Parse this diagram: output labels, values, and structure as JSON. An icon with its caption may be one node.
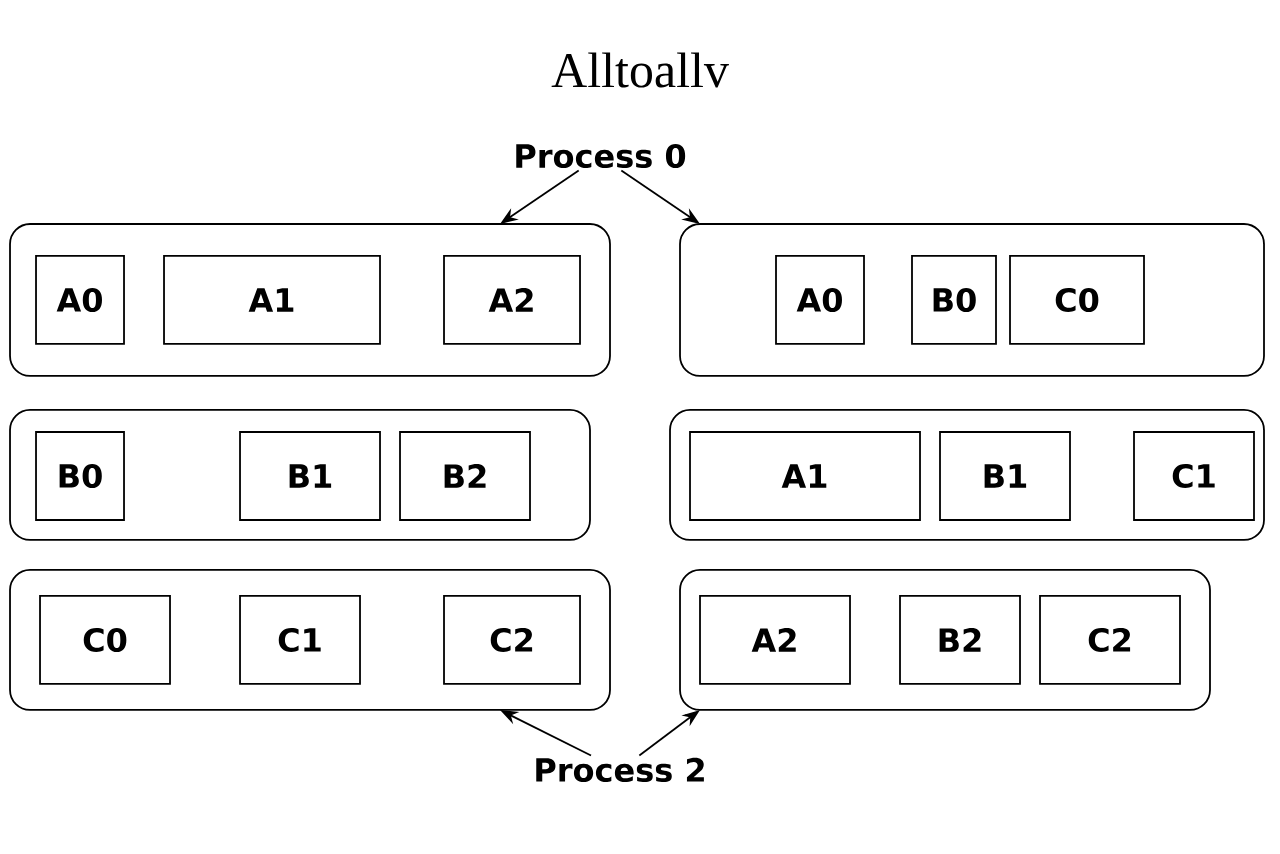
{
  "diagram": {
    "title": "Alltoallv",
    "nodes": [
      {
        "text": [
          "Process 0"
        ]
      },
      {
        "text": [],
        "shape": "box"
      },
      {
        "text": [
          "A0"
        ],
        "in": 1
      },
      {
        "text": [
          "A1"
        ],
        "in": 1
      },
      {
        "text": [
          "A2"
        ],
        "in": 1
      },
      {
        "text": [],
        "shape": "box"
      },
      {
        "text": [
          "A0"
        ],
        "in": 5
      },
      {
        "text": [
          "B0"
        ],
        "in": 5
      },
      {
        "text": [
          "C0"
        ],
        "in": 5
      },
      {
        "text": [],
        "shape": "box"
      },
      {
        "text": [
          "B0"
        ],
        "in": 9
      },
      {
        "text": [
          "B1"
        ],
        "in": 9
      },
      {
        "text": [
          "B2"
        ],
        "in": 9
      },
      {
        "text": [],
        "shape": "box"
      },
      {
        "text": [
          "A1"
        ],
        "in": 13
      },
      {
        "text": [
          "B1"
        ],
        "in": 13
      },
      {
        "text": [
          "C1"
        ],
        "in": 13
      },
      {
        "text": [],
        "shape": "box"
      },
      {
        "text": [
          "C0"
        ],
        "in": 17
      },
      {
        "text": [
          "C1"
        ],
        "in": 17
      },
      {
        "text": [
          "C2"
        ],
        "in": 17
      },
      {
        "text": [],
        "shape": "box"
      },
      {
        "text": [
          "A2"
        ],
        "in": 21
      },
      {
        "text": [
          "B2"
        ],
        "in": 21
      },
      {
        "text": [
          "C2"
        ],
        "in": 21
      },
      {
        "text": [
          "Process 2"
        ]
      }
    ],
    "edges": [
      {
        "from": 0,
        "to": 1,
        "arrow": "to"
      },
      {
        "from": 0,
        "to": 5,
        "arrow": "to"
      },
      {
        "from": 25,
        "to": 17,
        "arrow": "to"
      },
      {
        "from": 25,
        "to": 21,
        "arrow": "to"
      }
    ]
  }
}
